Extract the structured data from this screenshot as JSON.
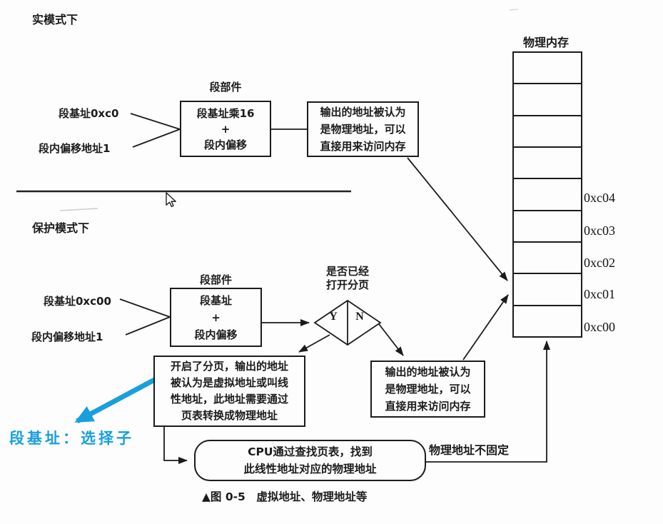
{
  "colors": {
    "accent_blue": "#189fdc",
    "ink": "#1b1b1b"
  },
  "real_mode": {
    "section_title": "实模式下",
    "input_segment_base": "段基址0xc0",
    "input_offset": "段内偏移地址1",
    "segment_unit_title": "段部件",
    "segment_unit_lines": [
      "段基址乘16",
      "+",
      "段内偏移"
    ],
    "output_lines": [
      "输出的地址被认为",
      "是物理地址，可以",
      "直接用来访问内存"
    ]
  },
  "protected_mode": {
    "section_title": "保护模式下",
    "input_segment_base": "段基址0xc00",
    "input_offset": "段内偏移地址1",
    "segment_unit_title": "段部件",
    "segment_unit_lines": [
      "段基址",
      "+",
      "段内偏移"
    ],
    "decision_lines": [
      "是否已经",
      "打开分页"
    ],
    "decision_yes": "Y",
    "decision_no": "N",
    "paging_on_lines": [
      "开启了分页，输出的地址",
      "被认为是虚拟地址或叫线",
      "性地址，此地址需要通过",
      "页表转换成物理地址"
    ],
    "paging_off_lines": [
      "输出的地址被认为",
      "是物理地址，可以",
      "直接用来访问内存"
    ],
    "cpu_lookup_lines": [
      "CPU通过查找页表，找到",
      "此线性地址对应的物理地址"
    ],
    "note_physical_not_fixed": "物理地址不固定",
    "selector_note": "段基址：选择子"
  },
  "memory": {
    "title": "物理内存",
    "row_count": 9,
    "address_labels": [
      "0xc04",
      "0xc03",
      "0xc02",
      "0xc01",
      "0xc00"
    ]
  },
  "caption": "▲图 0-5　虚拟地址、物理地址等"
}
